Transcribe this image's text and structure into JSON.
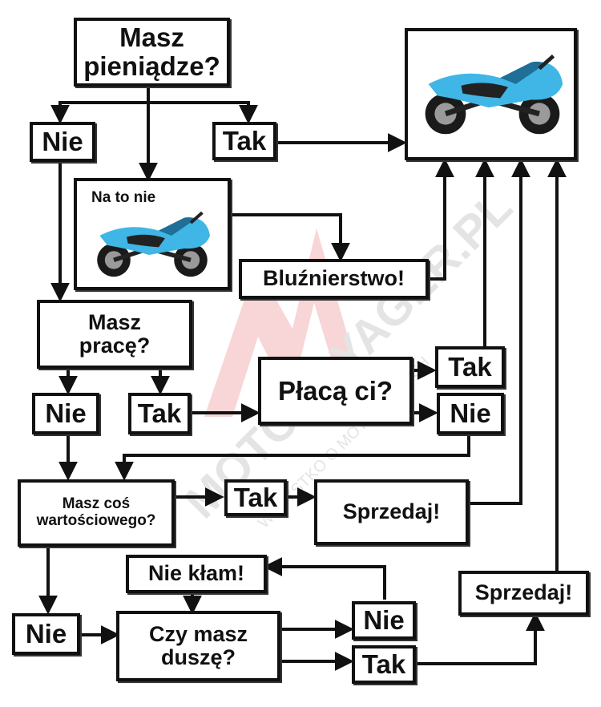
{
  "nodes": {
    "masz_pieniadze": "Masz\npieniądze?",
    "nie_1": "Nie",
    "tak_1": "Tak",
    "na_to_nie": "Na to nie",
    "bluznierstwo": "Bluźnierstwo!",
    "masz_prace": "Masz\npracę?",
    "nie_2": "Nie",
    "tak_2": "Tak",
    "placa_ci": "Płacą ci?",
    "tak_3": "Tak",
    "nie_3": "Nie",
    "masz_cos": "Masz coś\nwartościowego?",
    "tak_4": "Tak",
    "sprzedaj_1": "Sprzedaj!",
    "nie_klam": "Nie kłam!",
    "nie_4": "Nie",
    "czy_masz_dusze": "Czy masz\nduszę?",
    "nie_5": "Nie",
    "tak_5": "Tak",
    "sprzedaj_2": "Sprzedaj!"
  },
  "watermark": {
    "brand": "MOTOVOYAGER.PL",
    "tagline": "WSZYSTKO O MOTOCYKLACH"
  },
  "colors": {
    "motorcycle_body": "#3fb6e6",
    "watermark": "#e0434a"
  }
}
